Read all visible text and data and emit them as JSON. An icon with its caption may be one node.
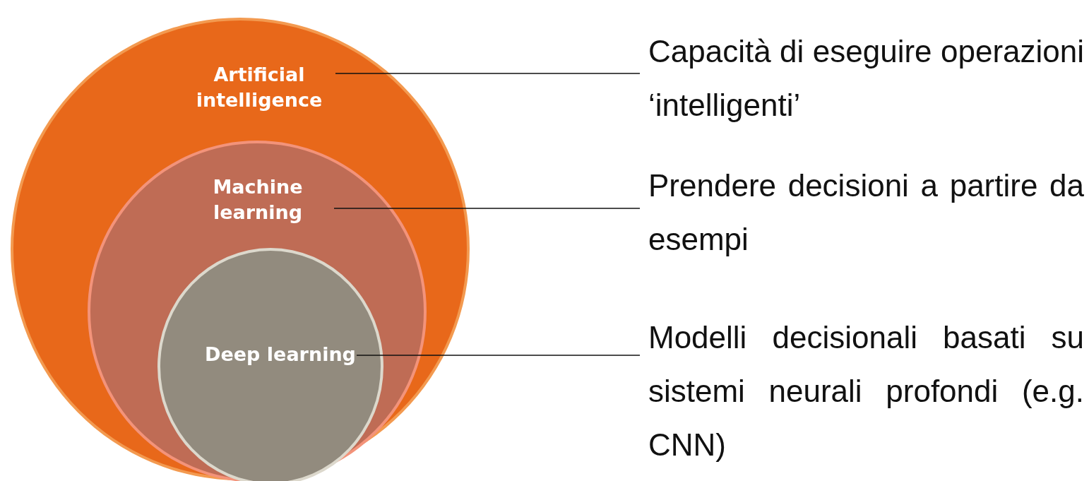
{
  "diagram": {
    "nodes": [
      {
        "text": [
          "Artificial intelligence"
        ]
      },
      {
        "text": [
          "Machine learning"
        ],
        "in": 0
      },
      {
        "text": [
          "Deep learning"
        ],
        "in": 1
      },
      {
        "text": [
          "Capacità di eseguire operazioni ‘intelligenti’"
        ]
      },
      {
        "text": [
          "Prendere decisioni a partire da esempi"
        ]
      },
      {
        "text": [
          "Modelli decisionali basati su sistemi neurali profondi (e.g. CNN)"
        ]
      }
    ],
    "edges": [
      {
        "from": 3,
        "to": 0,
        "arrow": "none"
      },
      {
        "from": 4,
        "to": 1,
        "arrow": "none"
      },
      {
        "from": 5,
        "to": 2,
        "arrow": "none"
      }
    ]
  }
}
